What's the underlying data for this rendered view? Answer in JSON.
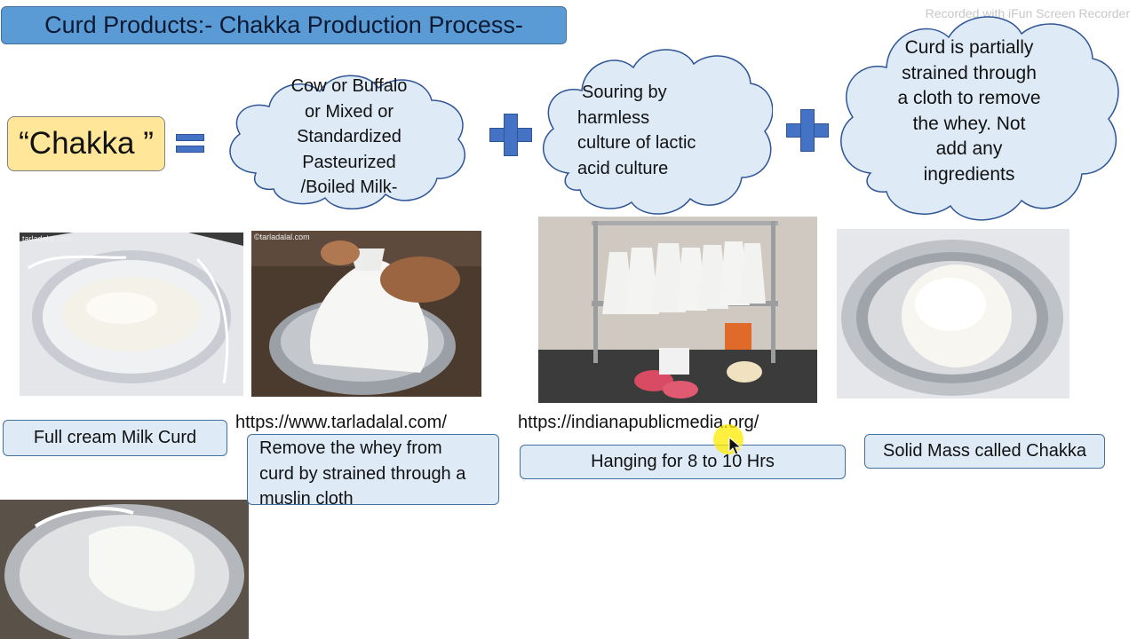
{
  "slide": {
    "title": "Curd Products:- Chakka Production Process-",
    "watermark": "Recorded with iFun Screen Recorder",
    "chakka_label": "“Chakka ”",
    "clouds": [
      {
        "lines": [
          "Cow or Buffalo",
          "or Mixed or",
          "Standardized",
          "Pasteurized",
          "/Boiled Milk-"
        ]
      },
      {
        "lines": [
          "Souring by",
          "harmless",
          "culture of lactic",
          "acid culture"
        ]
      },
      {
        "lines": [
          "Curd is partially",
          "strained through",
          "a cloth to remove",
          "the whey. Not",
          "add any",
          "ingredients"
        ]
      }
    ],
    "photos": [
      {
        "name": "curd-in-muslin-cloth-photo",
        "credit": "tarladalal.com"
      },
      {
        "name": "straining-curd-photo",
        "credit": "©tarladalal.com"
      },
      {
        "name": "hanging-curd-bags-photo",
        "credit": ""
      },
      {
        "name": "solid-chakka-photo",
        "credit": ""
      },
      {
        "name": "chakka-mass-photo",
        "credit": ""
      }
    ],
    "labels": {
      "full_cream": "Full cream Milk Curd",
      "remove_whey": [
        "Remove the whey from",
        "curd by strained through a",
        "muslin cloth"
      ],
      "hanging": "Hanging for 8 to 10 Hrs",
      "solid_mass": "Solid Mass called Chakka"
    },
    "urls": {
      "tarla": "https://www.tarladalal.com/",
      "indiana": "https://indianapublicmedia.org/"
    }
  },
  "colors": {
    "title_bg": "#5b9bd5",
    "chakka_bg": "#ffe699",
    "cloud_fill": "#deebf7",
    "cloud_stroke": "#2f5597",
    "operator": "#4472c4",
    "label_bg": "#deebf7",
    "cursor_highlight": "#ffeb00"
  }
}
